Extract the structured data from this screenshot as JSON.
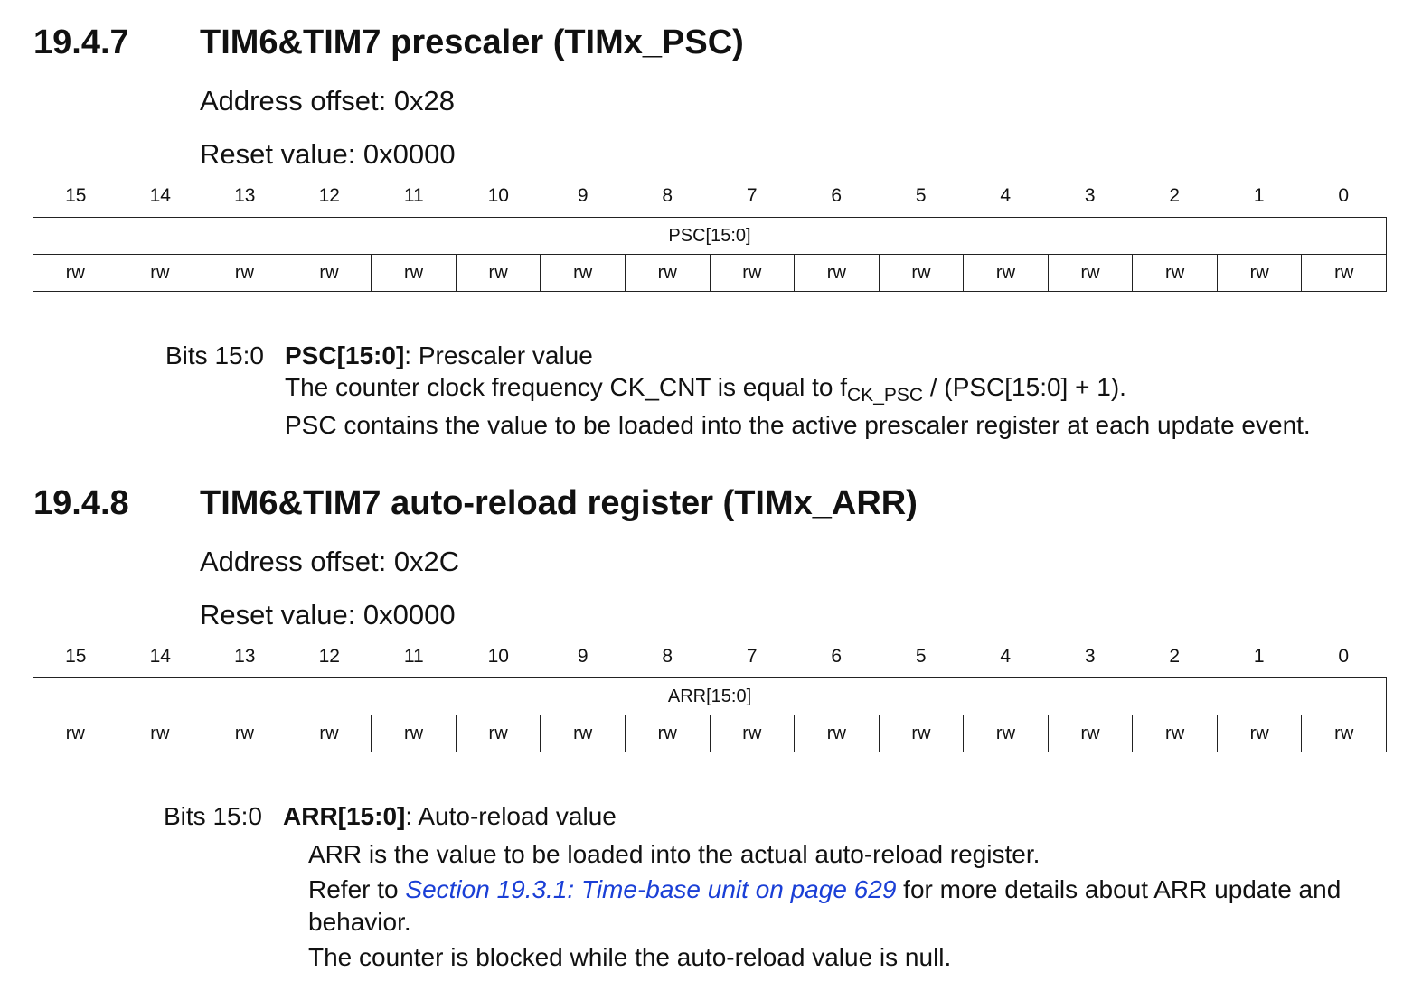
{
  "sections": [
    {
      "number": "19.4.7",
      "title": "TIM6&TIM7 prescaler (TIMx_PSC)",
      "address": "Address offset: 0x28",
      "reset": "Reset value: 0x0000",
      "bits": [
        "15",
        "14",
        "13",
        "12",
        "11",
        "10",
        "9",
        "8",
        "7",
        "6",
        "5",
        "4",
        "3",
        "2",
        "1",
        "0"
      ],
      "field": "PSC[15:0]",
      "access": "rw",
      "desc": {
        "bits": "Bits 15:0",
        "field_name": "PSC[15:0]",
        "field_desc": ": Prescaler value",
        "line1_pre": "The counter clock frequency CK_CNT is equal to f",
        "line1_sub": "CK_PSC",
        "line1_post": " / (PSC[15:0] + 1).",
        "line2": "PSC contains the value to be loaded into the active prescaler register at each update event."
      }
    },
    {
      "number": "19.4.8",
      "title": "TIM6&TIM7 auto-reload register (TIMx_ARR)",
      "address": "Address offset: 0x2C",
      "reset": "Reset value: 0x0000",
      "bits": [
        "15",
        "14",
        "13",
        "12",
        "11",
        "10",
        "9",
        "8",
        "7",
        "6",
        "5",
        "4",
        "3",
        "2",
        "1",
        "0"
      ],
      "field": "ARR[15:0]",
      "access": "rw",
      "desc": {
        "bits": "Bits 15:0",
        "field_name": "ARR[15:0]",
        "field_desc": ": Auto-reload value",
        "line1": "ARR is the value to be loaded into the actual auto-reload register.",
        "line2_pre": "Refer to ",
        "line2_link": "Section 19.3.1: Time-base unit on page 629",
        "line2_post": " for more details about ARR update and",
        "line3": "behavior.",
        "line4": "The counter is blocked while the auto-reload value is null."
      }
    }
  ]
}
